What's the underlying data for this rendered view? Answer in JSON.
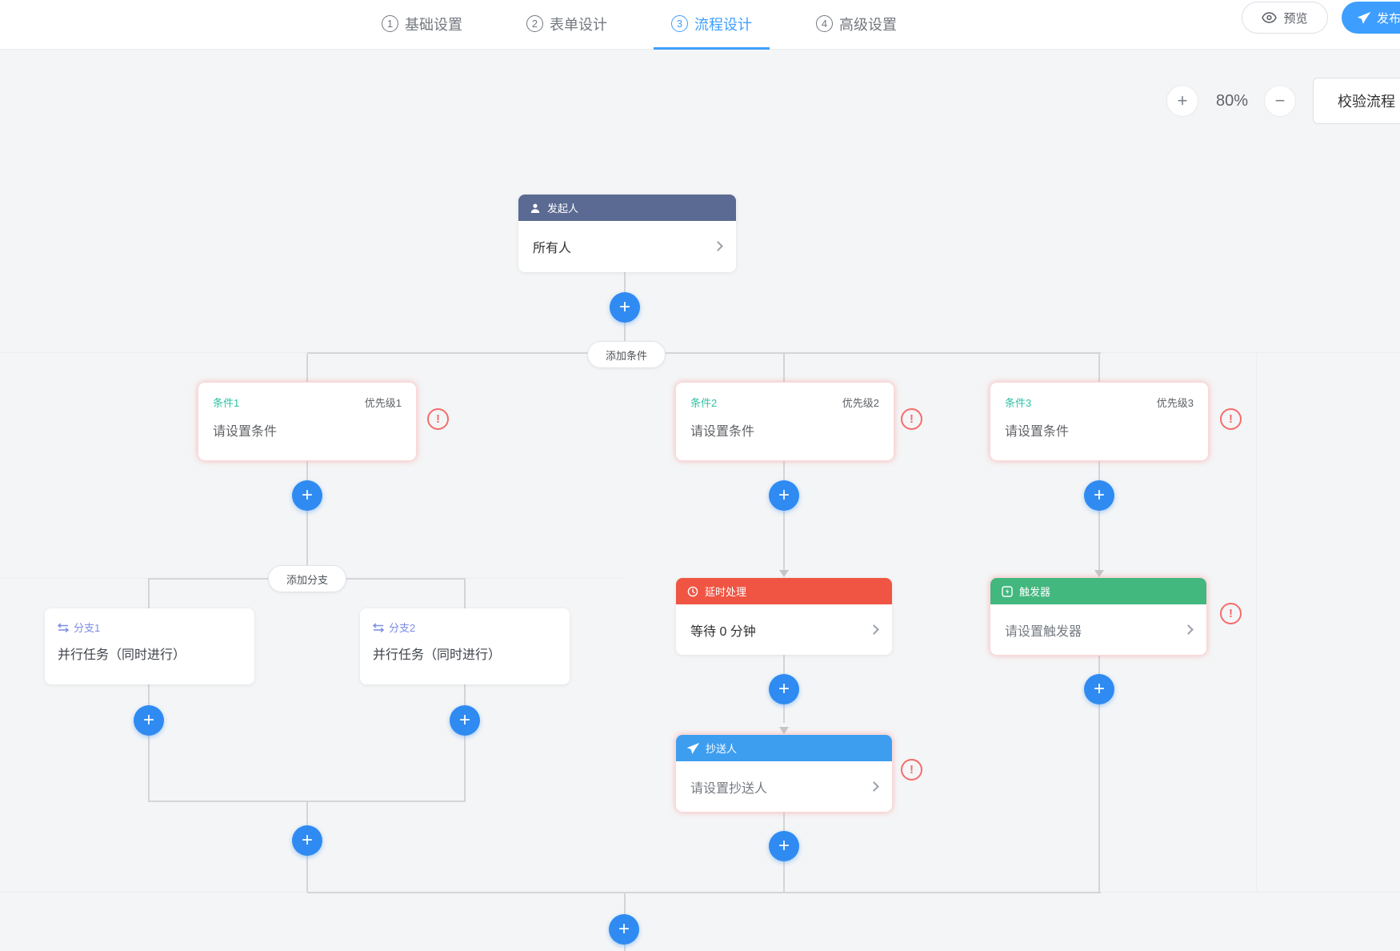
{
  "header": {
    "tabs": [
      {
        "num": "1",
        "label": "基础设置",
        "active": false
      },
      {
        "num": "2",
        "label": "表单设计",
        "active": false
      },
      {
        "num": "3",
        "label": "流程设计",
        "active": true
      },
      {
        "num": "4",
        "label": "高级设置",
        "active": false
      }
    ],
    "preview_label": "预览",
    "publish_label": "发布"
  },
  "toolbar": {
    "zoom_in": "+",
    "zoom_percent": "80%",
    "zoom_out": "−",
    "validate_label": "校验流程"
  },
  "flow": {
    "start_node": {
      "title": "发起人",
      "value": "所有人"
    },
    "add_condition_label": "添加条件",
    "add_branch_label": "添加分支",
    "conditions": [
      {
        "name": "条件1",
        "priority": "优先级1",
        "value": "请设置条件"
      },
      {
        "name": "条件2",
        "priority": "优先级2",
        "value": "请设置条件"
      },
      {
        "name": "条件3",
        "priority": "优先级3",
        "value": "请设置条件"
      }
    ],
    "branches": [
      {
        "name": "分支1",
        "value": "并行任务（同时进行）"
      },
      {
        "name": "分支2",
        "value": "并行任务（同时进行）"
      }
    ],
    "delay_node": {
      "title": "延时处理",
      "value": "等待 0 分钟"
    },
    "cc_node": {
      "title": "抄送人",
      "value": "请设置抄送人"
    },
    "trigger_node": {
      "title": "触发器",
      "value": "请设置触发器"
    }
  },
  "ui": {
    "plus_glyph": "+",
    "warning_glyph": "!"
  },
  "colors": {
    "accent_blue": "#3d9eff",
    "plus_blue": "#2f8bf2",
    "start_header": "#5a6a92",
    "delay_header": "#f05543",
    "cc_header": "#3d9ef0",
    "trigger_header": "#42b77e",
    "warning_red": "#f56c6c",
    "condition_teal": "#2fc1a5",
    "branch_label": "#7b8ce4",
    "canvas_bg": "#f4f5f6"
  }
}
